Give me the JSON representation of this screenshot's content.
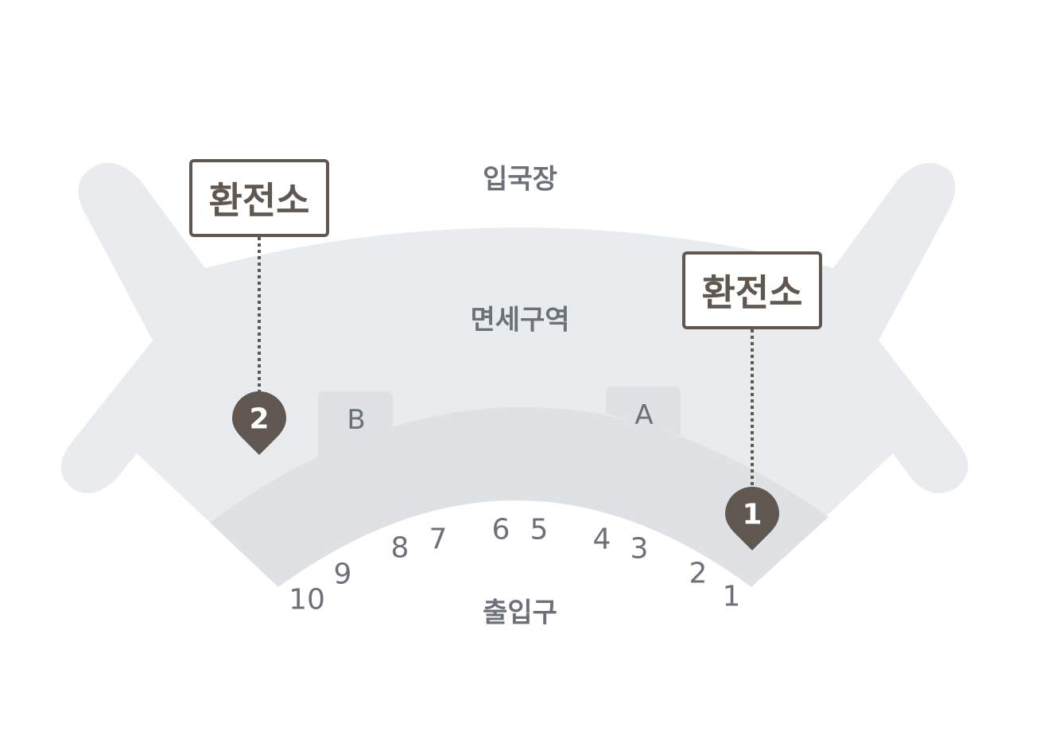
{
  "zones": {
    "arrival": "입국장",
    "duty_free": "면세구역",
    "gate_area": "출입구"
  },
  "piers": [
    {
      "id": "pier-b",
      "label": "B"
    },
    {
      "id": "pier-a",
      "label": "A"
    }
  ],
  "gates": [
    "10",
    "9",
    "8",
    "7",
    "6",
    "5",
    "4",
    "3",
    "2",
    "1"
  ],
  "markers": [
    {
      "id": "marker-1",
      "number": "1",
      "label": "환전소"
    },
    {
      "id": "marker-2",
      "number": "2",
      "label": "환전소"
    }
  ],
  "colors": {
    "terminal_light": "#e9ecef",
    "terminal_dark": "#dfe2e5",
    "marker": "#5f5750",
    "text": "#6b7079"
  }
}
